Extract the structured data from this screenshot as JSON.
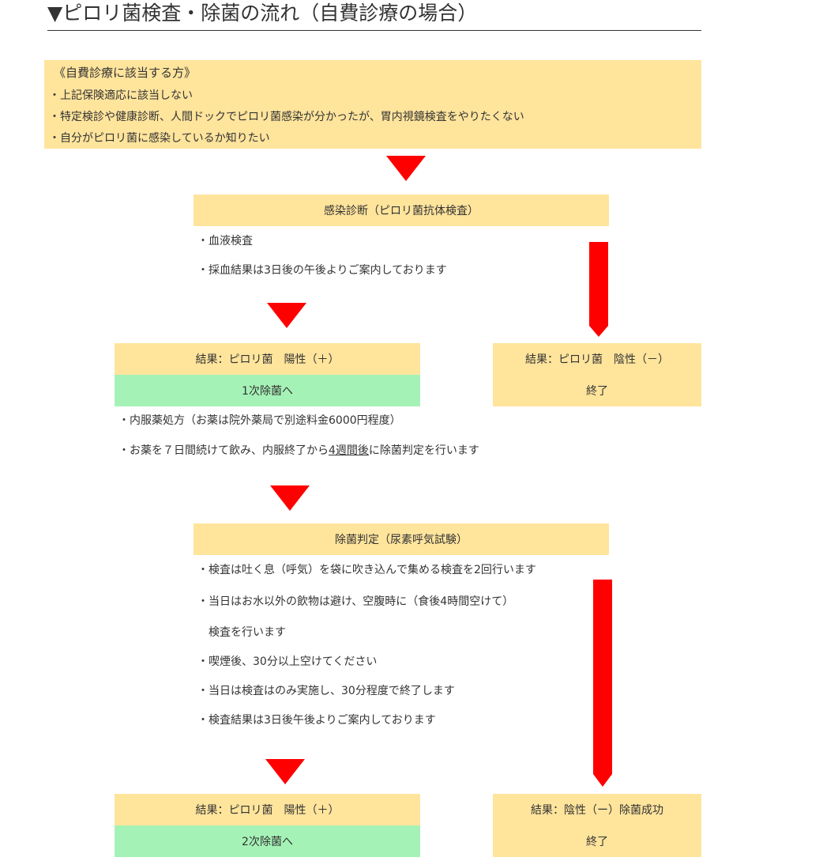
{
  "title": "▼ピロリ菌検査・除菌の流れ（自費診療の場合）",
  "eligibility": {
    "heading": "《自費診療に該当する方》",
    "items": [
      "・上記保険適応に該当しない",
      "・特定検診や健康診断、人間ドックでピロリ菌感染が分かったが、胃内視鏡検査をやりたくない",
      "・自分がピロリ菌に感染しているか知りたい"
    ]
  },
  "diagnosis": {
    "label": "感染診断（ピロリ菌抗体検査）",
    "notes": [
      "・血液検査",
      "・採血結果は3日後の午後よりご案内しております"
    ]
  },
  "result1": {
    "positive_label": "結果：ピロリ菌　陽性（＋）",
    "positive_next": "1次除菌へ",
    "negative_label": "結果：ピロリ菌　陰性（－）",
    "negative_next": "終了"
  },
  "treatment": {
    "note1": "・内服薬処方（お薬は院外薬局で別途料金6000円程度）",
    "note2_before": "・お薬を７日間続けて飲み、内服終了から",
    "note2_underline": "4週間後",
    "note2_after": "に除菌判定を行います"
  },
  "judgement": {
    "label": "除菌判定（尿素呼気試験）",
    "notes": [
      "・検査は吐く息（呼気）を袋に吹き込んで集める検査を2回行います",
      "・当日はお水以外の飲物は避け、空腹時に（食後4時間空けて）",
      "　検査を行います",
      "・喫煙後、30分以上空けてください",
      "・当日は検査はのみ実施し、30分程度で終了します",
      "・検査結果は3日後午後よりご案内しております"
    ]
  },
  "result2": {
    "positive_label": "結果：ピロリ菌　陽性（＋）",
    "positive_next": "2次除菌へ",
    "negative_label": "結果：陰性（ー）除菌成功",
    "negative_next": "終了"
  },
  "colors": {
    "yellow_box": "#ffe49c",
    "green_box": "#a5f2b6",
    "arrow": "#ff0000"
  }
}
